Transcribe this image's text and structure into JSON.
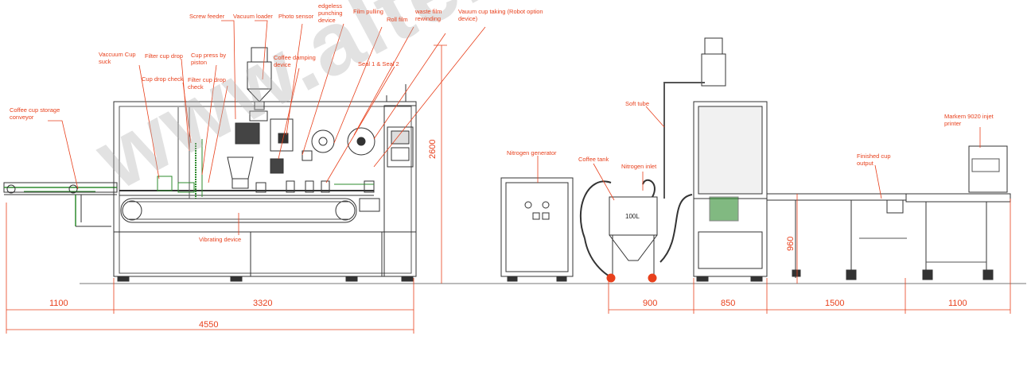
{
  "labels": {
    "screw_feeder": "Screw feeder",
    "vacuum_loader": "Vacuum loader",
    "photo_sensor": "Photo sensor",
    "edgeless_punching": [
      "edgeless",
      "punching",
      "device"
    ],
    "film_pulling": "Film pulling",
    "roll_film": "Roll film",
    "waste_film_rewinding": [
      "waste film",
      "rewinding"
    ],
    "vacuum_cup_taking": [
      "Vauum cup taking (Robot option",
      "device)"
    ],
    "vacuum_cup_suck": [
      "Vaccuum Cup",
      "suck"
    ],
    "filter_cup_drop": "Filter cup drop",
    "cup_press_by_piston": [
      "Cup press by",
      "piston"
    ],
    "coffee_damping_device": [
      "Coffee damping",
      "device"
    ],
    "cup_drop_check": "Cup drop check",
    "filter_cup_drop_check": [
      "Filter cup drop",
      "check"
    ],
    "seal_1_2": "Seal 1 & Seal 2",
    "coffee_cup_storage_conveyor": [
      "Coffee cup storage",
      "conveyor"
    ],
    "vibrating_device": "Vibrating device",
    "soft_tube": "Soft tube",
    "nitrogen_generator": "Nitrogen generator",
    "coffee_tank": "Coffee tank",
    "nitrogen_inlet": "Nitrogen inlet",
    "tank_volume": "100L",
    "finished_cup_output": [
      "Finished cup",
      "output"
    ],
    "markem_printer": [
      "Markem 9020 injet",
      "printer"
    ]
  },
  "dimensions": {
    "d1100_left": "1100",
    "d3320": "3320",
    "d4550": "4550",
    "d2600": "2600",
    "d900": "900",
    "d850": "850",
    "d1500": "1500",
    "d1100_right": "1100",
    "d960": "960"
  },
  "watermark": "www.alter-pack.com",
  "colors": {
    "annotation": "#e8401c",
    "line": "#333333",
    "green": "#2e8b2e"
  }
}
